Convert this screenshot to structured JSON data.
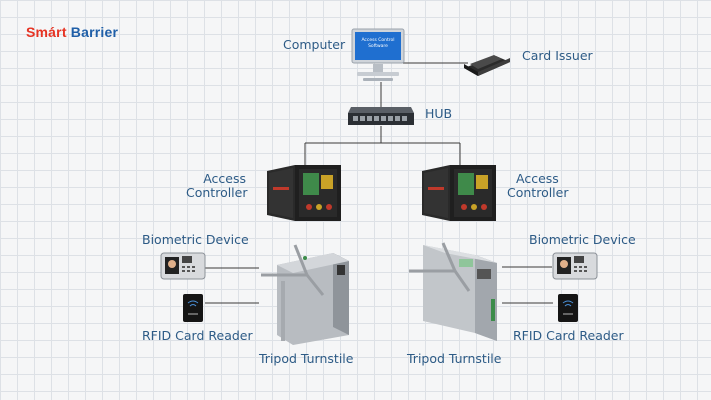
{
  "logo": {
    "part1": "Smárt",
    "part2": "Barrier"
  },
  "labels": {
    "computer": "Computer",
    "screen_line1": "Access Control",
    "screen_line2": "Software",
    "card_issuer": "Card Issuer",
    "hub": "HUB",
    "controller_title_left_1": "Access",
    "controller_title_left_2": "Controller",
    "controller_title_right_1": "Access",
    "controller_title_right_2": "Controller",
    "biometric_left": "Biometric Device",
    "biometric_right": "Biometric Device",
    "rfid_left": "RFID Card Reader",
    "rfid_right": "RFID Card Reader",
    "turnstile_left": "Tripod Turnstile",
    "turnstile_right": "Tripod Turnstile"
  },
  "colors": {
    "label": "#2d5b86",
    "logo_red": "#e63323",
    "logo_blue": "#1f5fa8",
    "line": "#3a3a3a",
    "grid": "#dde1e6"
  }
}
